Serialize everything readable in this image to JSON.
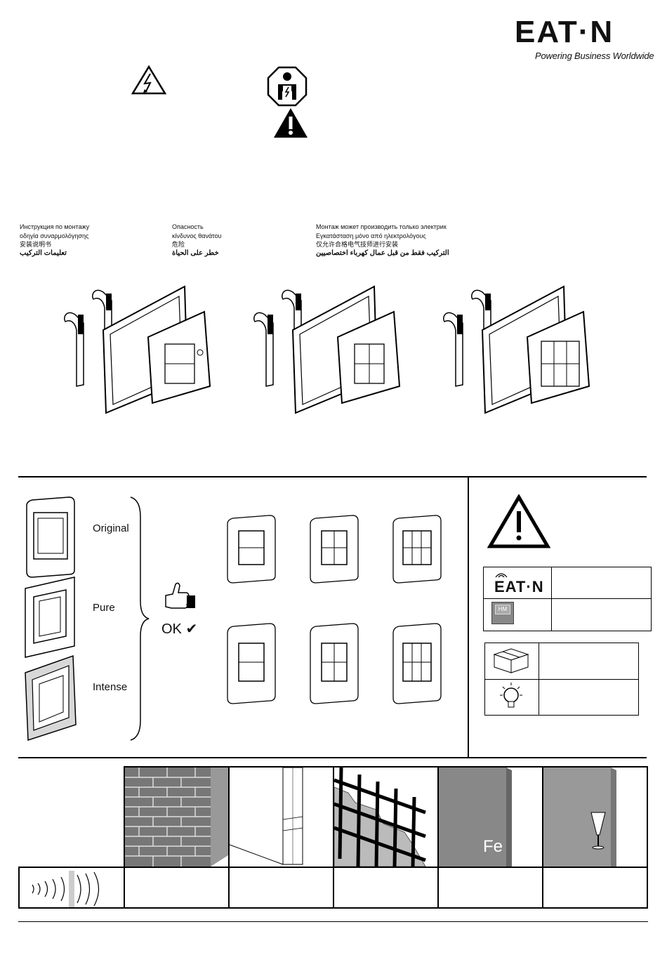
{
  "header": {
    "brand": "EAT·N",
    "tagline": "Powering Business Worldwide"
  },
  "icons": {
    "high_voltage": "high-voltage-warning-icon",
    "electrician": "qualified-electrician-icon",
    "caution": "caution-warning-icon"
  },
  "multilingual": {
    "col1": [
      "Инструкция по монтажу",
      "οδηγία συναρμολόγησης",
      "安装说明书",
      "تعليمات التركيب"
    ],
    "col2": [
      "Опасность",
      "κίνδυνος θανάτου",
      "危险",
      "خطر على الحياة"
    ],
    "col3": [
      "Монтаж может производить только электрик",
      "Εγκατάσταση μόνο από ηλεκτρολόγους",
      "仅允许合格电气技师进行安装",
      "التركيب فقط من قبل عمال كهرباء اختصاصيين"
    ]
  },
  "frames": {
    "items": [
      "Original",
      "Pure",
      "Intense"
    ],
    "ok_label": "OK ✔"
  },
  "side_panel": {
    "brand_small": "EAT·N",
    "hm_label": "HM"
  },
  "materials": {
    "fe_label": "Fe"
  }
}
